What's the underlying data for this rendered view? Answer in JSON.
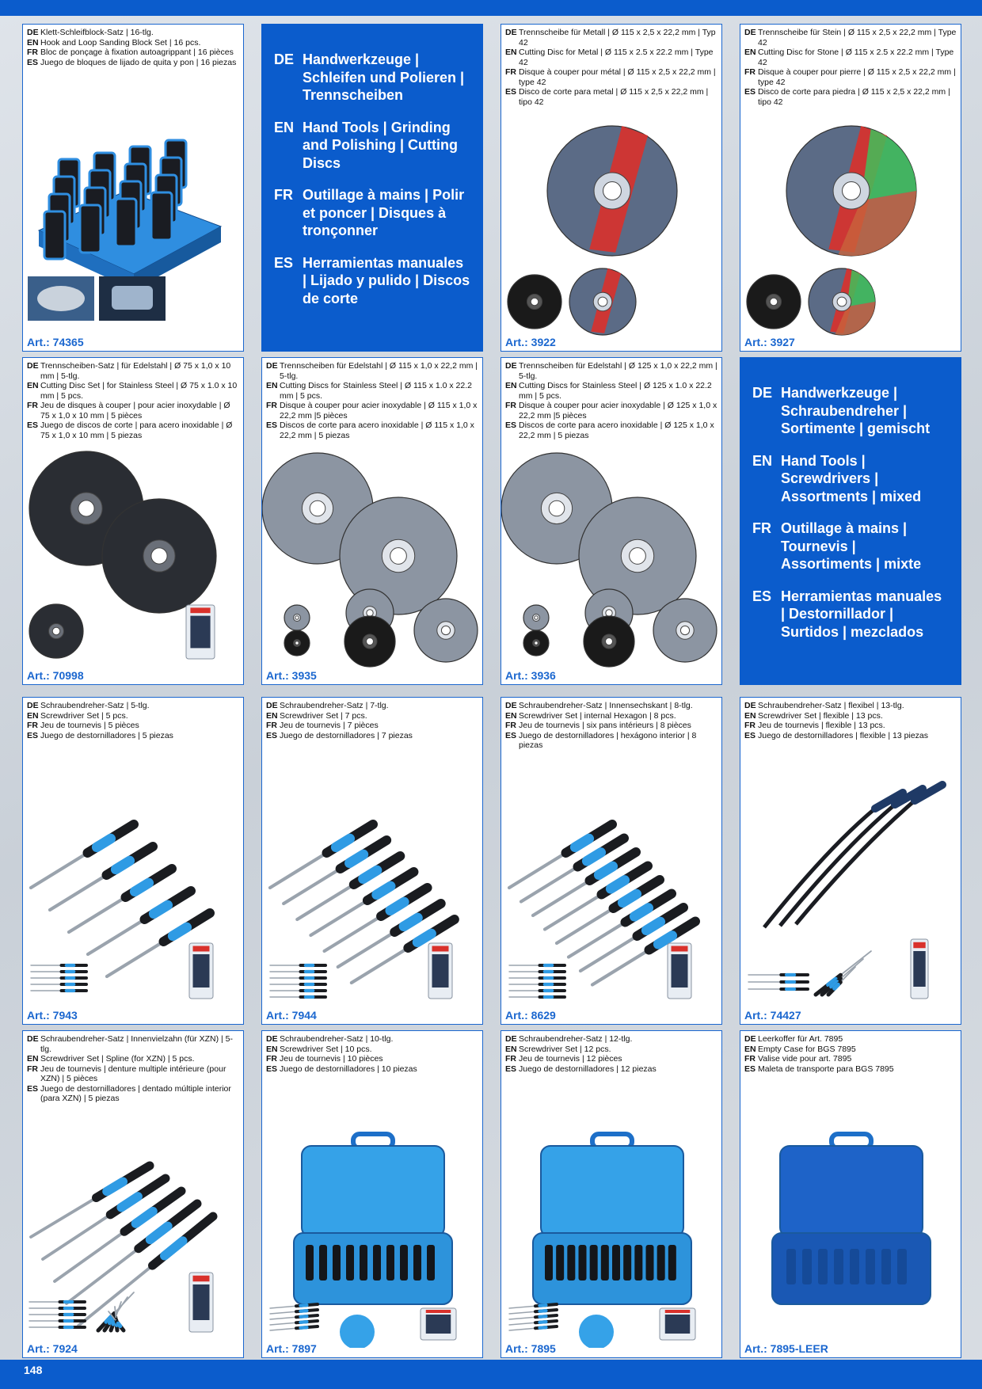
{
  "page": {
    "number": "148"
  },
  "art_prefix": "Art.: ",
  "categories": {
    "grinding": [
      {
        "code": "DE",
        "text": "Handwerkzeuge | Schleifen und Polieren | Trennscheiben"
      },
      {
        "code": "EN",
        "text": "Hand Tools | Grinding and Polishing | Cutting Discs"
      },
      {
        "code": "FR",
        "text": "Outillage à mains | Polir et poncer | Disques à tronçonner"
      },
      {
        "code": "ES",
        "text": "Herramientas manuales | Lijado y pulido | Discos de corte"
      }
    ],
    "screwdrivers": [
      {
        "code": "DE",
        "text": "Handwerkzeuge | Schraubendreher | Sortimente | gemischt"
      },
      {
        "code": "EN",
        "text": "Hand Tools | Screwdrivers | Assortments | mixed"
      },
      {
        "code": "FR",
        "text": "Outillage à mains | Tournevis | Assortiments | mixte"
      },
      {
        "code": "ES",
        "text": "Herramientas manuales | Destornillador | Surtidos | mezclados"
      }
    ]
  },
  "products": [
    {
      "art": "74365",
      "desc": [
        {
          "code": "DE",
          "text": "Klett-Schleifblock-Satz | 16-tlg."
        },
        {
          "code": "EN",
          "text": "Hook and Loop Sanding Block Set | 16 pcs."
        },
        {
          "code": "FR",
          "text": "Bloc de ponçage à fixation autoagrippant | 16 pièces"
        },
        {
          "code": "ES",
          "text": "Juego de bloques de lijado de quita y pon | 16 piezas"
        }
      ]
    },
    {
      "art": "3922",
      "desc": [
        {
          "code": "DE",
          "text": "Trennscheibe für Metall | Ø 115 x 2,5 x 22,2 mm | Typ 42"
        },
        {
          "code": "EN",
          "text": "Cutting Disc for Metal | Ø 115 x 2.5 x 22.2 mm | Type 42"
        },
        {
          "code": "FR",
          "text": "Disque à couper pour métal | Ø 115 x 2,5 x 22,2 mm | type 42"
        },
        {
          "code": "ES",
          "text": "Disco de corte para metal | Ø 115 x 2,5 x 22,2 mm | tipo 42"
        }
      ]
    },
    {
      "art": "3927",
      "desc": [
        {
          "code": "DE",
          "text": "Trennscheibe für Stein | Ø 115 x 2,5 x 22,2 mm | Type 42"
        },
        {
          "code": "EN",
          "text": "Cutting Disc for Stone | Ø 115 x 2.5 x 22.2 mm | Type 42"
        },
        {
          "code": "FR",
          "text": "Disque à couper pour pierre | Ø 115 x 2,5 x 22,2 mm | type 42"
        },
        {
          "code": "ES",
          "text": "Disco de corte para piedra | Ø 115 x 2,5 x 22,2 mm | tipo 42"
        }
      ]
    },
    {
      "art": "70998",
      "desc": [
        {
          "code": "DE",
          "text": "Trennscheiben-Satz | für Edelstahl | Ø 75 x 1,0 x 10 mm | 5-tlg."
        },
        {
          "code": "EN",
          "text": "Cutting Disc Set | for Stainless Steel | Ø 75 x 1.0 x 10 mm | 5 pcs."
        },
        {
          "code": "FR",
          "text": "Jeu de disques à couper | pour acier inoxydable | Ø 75 x 1,0 x 10 mm | 5 pièces"
        },
        {
          "code": "ES",
          "text": "Juego de discos de corte | para acero inoxidable | Ø 75 x 1,0 x 10 mm | 5 piezas"
        }
      ]
    },
    {
      "art": "3935",
      "desc": [
        {
          "code": "DE",
          "text": "Trennscheiben für Edelstahl | Ø 115 x 1,0 x 22,2 mm | 5-tlg."
        },
        {
          "code": "EN",
          "text": "Cutting Discs for Stainless Steel | Ø 115 x 1.0 x 22.2 mm | 5 pcs."
        },
        {
          "code": "FR",
          "text": "Disque à couper pour acier inoxydable | Ø 115 x 1,0 x 22,2 mm |5 pièces"
        },
        {
          "code": "ES",
          "text": "Discos de corte para acero inoxidable | Ø 115 x 1,0 x 22,2 mm | 5 piezas"
        }
      ]
    },
    {
      "art": "3936",
      "desc": [
        {
          "code": "DE",
          "text": "Trennscheiben für Edelstahl | Ø 125 x 1,0 x 22,2 mm | 5-tlg."
        },
        {
          "code": "EN",
          "text": "Cutting Discs for Stainless Steel | Ø 125 x 1.0 x 22.2 mm | 5 pcs."
        },
        {
          "code": "FR",
          "text": "Disque à couper pour acier inoxydable | Ø 125 x 1,0 x 22,2 mm |5 pièces"
        },
        {
          "code": "ES",
          "text": "Discos de corte para acero inoxidable | Ø 125 x 1,0 x 22,2 mm | 5 piezas"
        }
      ]
    },
    {
      "art": "7943",
      "desc": [
        {
          "code": "DE",
          "text": "Schraubendreher-Satz | 5-tlg."
        },
        {
          "code": "EN",
          "text": "Screwdriver Set | 5 pcs."
        },
        {
          "code": "FR",
          "text": "Jeu de tournevis | 5 pièces"
        },
        {
          "code": "ES",
          "text": "Juego de destornilladores | 5 piezas"
        }
      ]
    },
    {
      "art": "7944",
      "desc": [
        {
          "code": "DE",
          "text": "Schraubendreher-Satz | 7-tlg."
        },
        {
          "code": "EN",
          "text": "Screwdriver Set | 7 pcs."
        },
        {
          "code": "FR",
          "text": "Jeu de tournevis | 7 pièces"
        },
        {
          "code": "ES",
          "text": "Juego de destornilladores | 7 piezas"
        }
      ]
    },
    {
      "art": "8629",
      "desc": [
        {
          "code": "DE",
          "text": "Schraubendreher-Satz | Innensechskant | 8-tlg."
        },
        {
          "code": "EN",
          "text": "Screwdriver Set | internal Hexagon | 8 pcs."
        },
        {
          "code": "FR",
          "text": "Jeu de tournevis | six pans intérieurs | 8 pièces"
        },
        {
          "code": "ES",
          "text": "Juego de destornilladores | hexágono interior | 8 piezas"
        }
      ]
    },
    {
      "art": "74427",
      "desc": [
        {
          "code": "DE",
          "text": "Schraubendreher-Satz | flexibel | 13-tlg."
        },
        {
          "code": "EN",
          "text": "Screwdriver Set | flexible | 13 pcs."
        },
        {
          "code": "FR",
          "text": "Jeu de tournevis | flexible | 13 pcs."
        },
        {
          "code": "ES",
          "text": "Juego de destornilladores | flexible | 13 piezas"
        }
      ]
    },
    {
      "art": "7924",
      "desc": [
        {
          "code": "DE",
          "text": "Schraubendreher-Satz | Innenvielzahn (für XZN) | 5-tlg."
        },
        {
          "code": "EN",
          "text": "Screwdriver Set | Spline (for XZN) | 5 pcs."
        },
        {
          "code": "FR",
          "text": "Jeu de tournevis | denture multiple intérieure (pour XZN) | 5 pièces"
        },
        {
          "code": "ES",
          "text": "Juego de destornilladores | dentado múltiple interior (para XZN) | 5 piezas"
        }
      ]
    },
    {
      "art": "7897",
      "desc": [
        {
          "code": "DE",
          "text": "Schraubendreher-Satz | 10-tlg."
        },
        {
          "code": "EN",
          "text": "Screwdriver Set | 10 pcs."
        },
        {
          "code": "FR",
          "text": "Jeu de tournevis | 10 pièces"
        },
        {
          "code": "ES",
          "text": "Juego de destornilladores | 10 piezas"
        }
      ]
    },
    {
      "art": "7895",
      "desc": [
        {
          "code": "DE",
          "text": "Schraubendreher-Satz | 12-tlg."
        },
        {
          "code": "EN",
          "text": "Screwdriver Set | 12 pcs."
        },
        {
          "code": "FR",
          "text": "Jeu de tournevis | 12 pièces"
        },
        {
          "code": "ES",
          "text": "Juego de destornilladores | 12 piezas"
        }
      ]
    },
    {
      "art": "7895-LEER",
      "desc": [
        {
          "code": "DE",
          "text": "Leerkoffer für Art. 7895"
        },
        {
          "code": "EN",
          "text": "Empty Case for BGS 7895"
        },
        {
          "code": "FR",
          "text": "Valise vide pour art. 7895"
        },
        {
          "code": "ES",
          "text": "Maleta de transporte para BGS 7895"
        }
      ]
    }
  ]
}
